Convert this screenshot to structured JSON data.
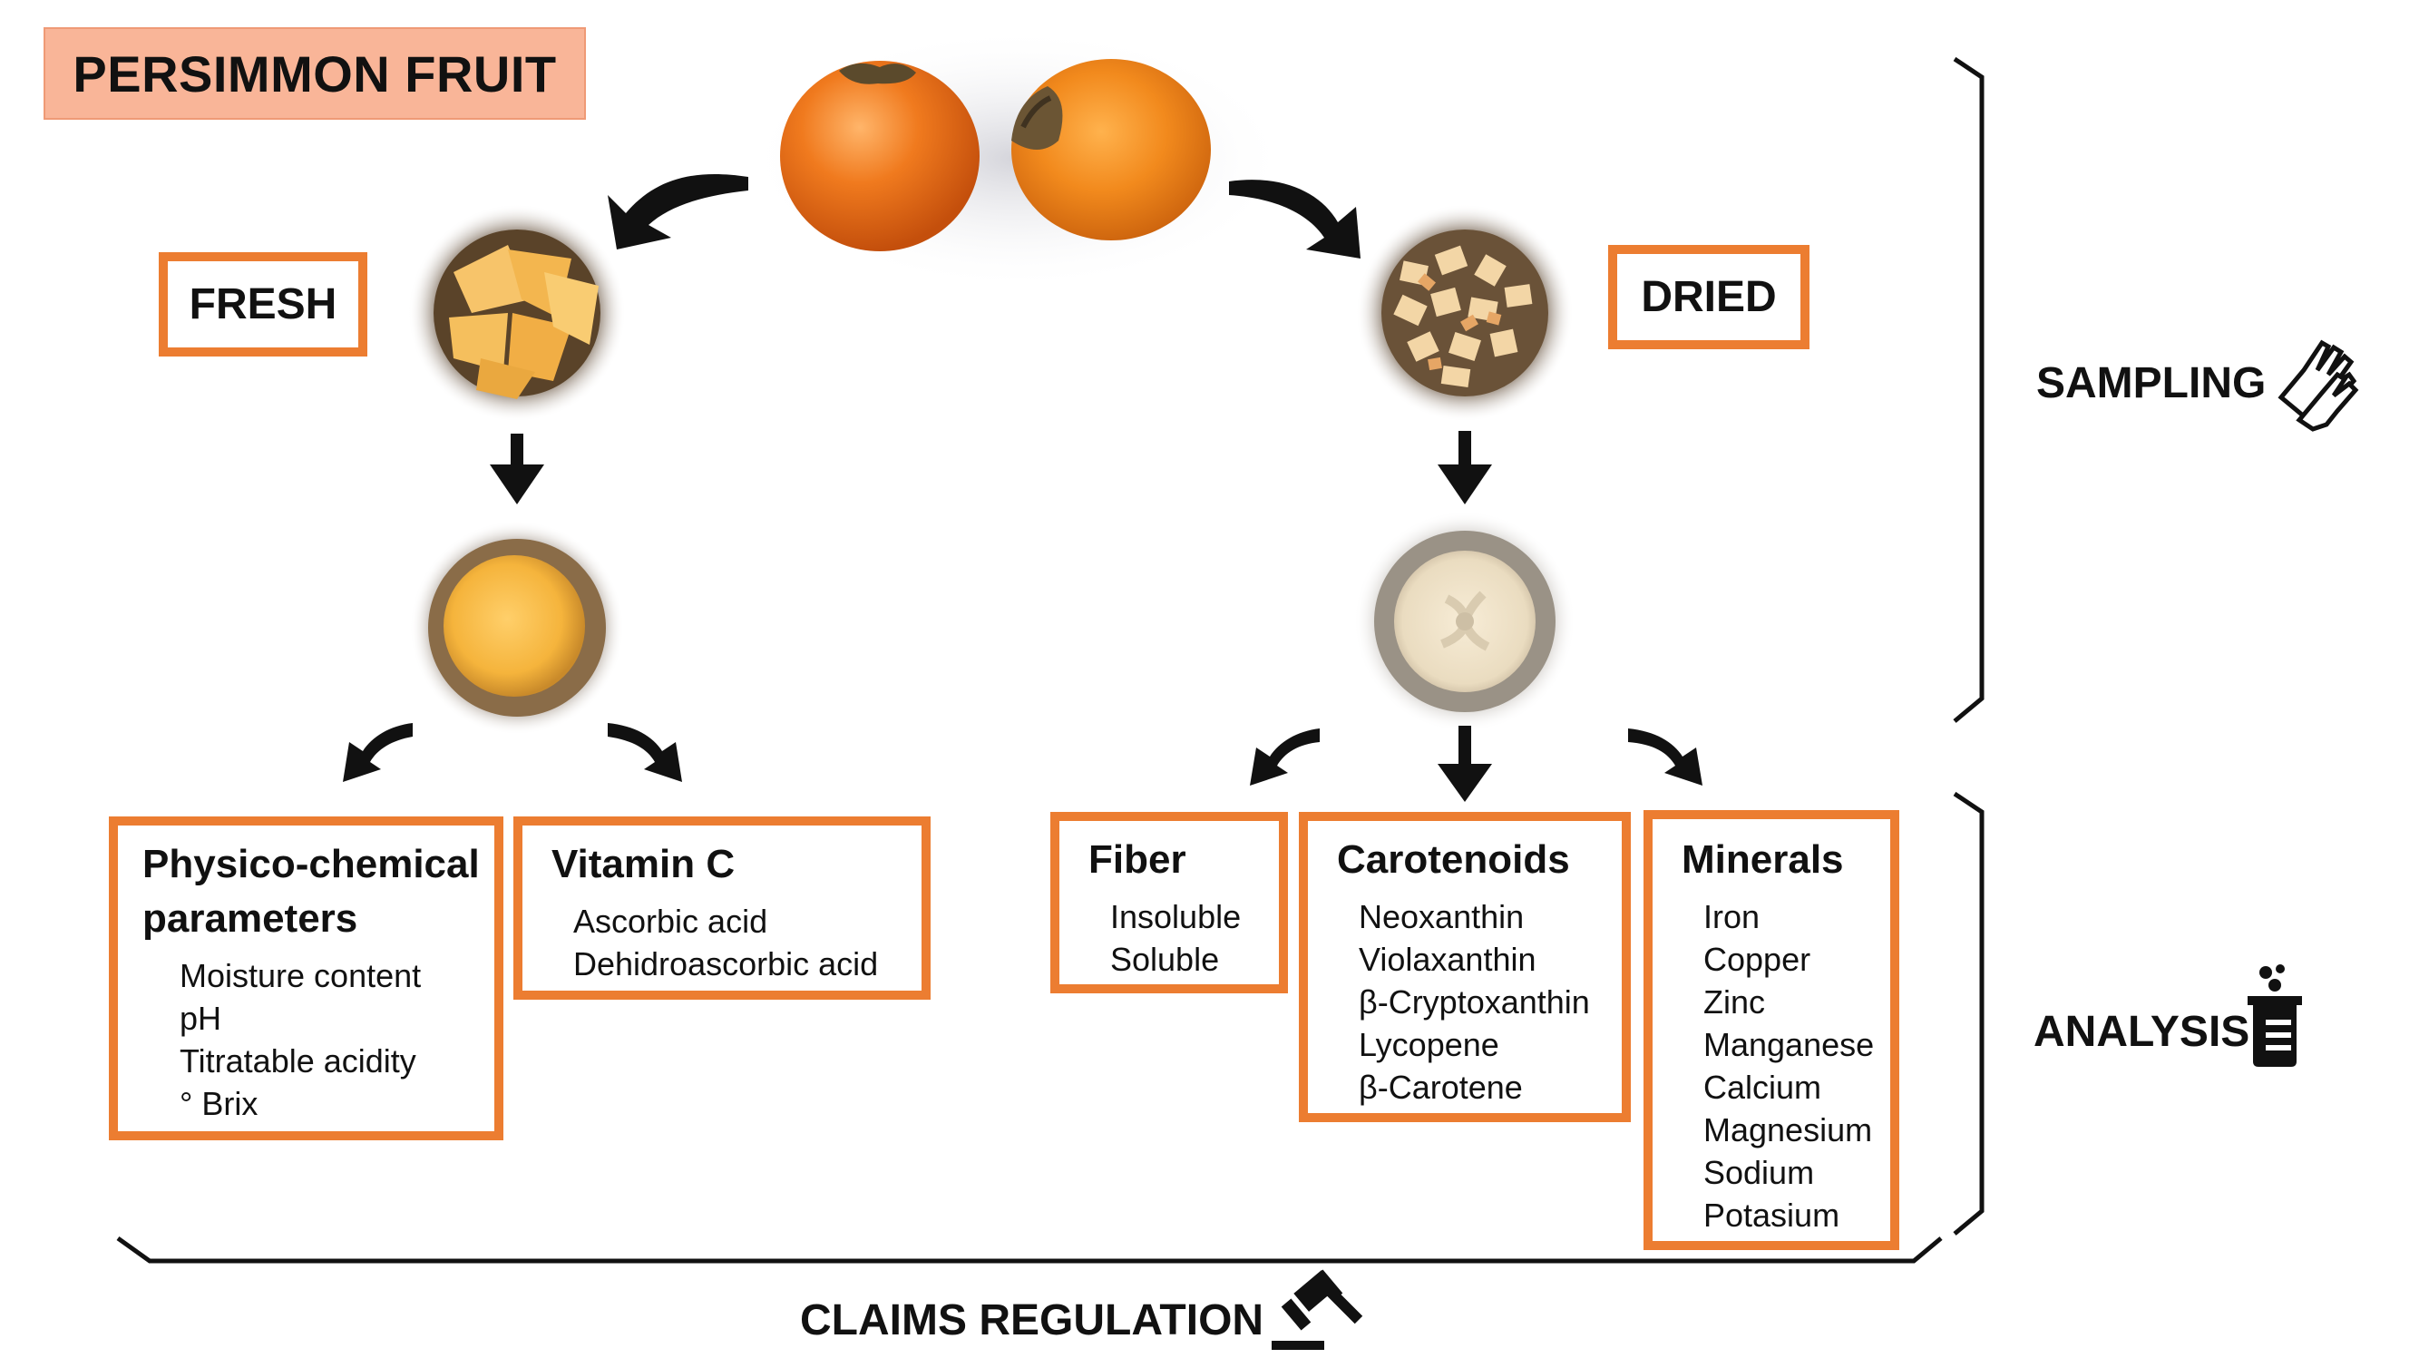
{
  "title": "PERSIMMON FRUIT",
  "branches": {
    "fresh": "FRESH",
    "dried": "DRIED"
  },
  "stages": {
    "sampling": "SAMPLING",
    "analysis": "ANALYSIS",
    "claims": "CLAIMS REGULATION"
  },
  "icons": {
    "sampling": "hands-icon",
    "analysis": "beaker-icon",
    "claims": "gavel-icon"
  },
  "colors": {
    "box_border": "#ec7d31",
    "title_fill": "#f9b598",
    "fruit": "#e8731e"
  },
  "analyses": [
    {
      "heading_lines": [
        "Physico-chemical",
        "parameters"
      ],
      "items": [
        "Moisture content",
        "pH",
        "Titratable acidity",
        "° Brix"
      ]
    },
    {
      "heading_lines": [
        "Vitamin C"
      ],
      "items": [
        "Ascorbic acid",
        "Dehidroascorbic acid"
      ]
    },
    {
      "heading_lines": [
        "Fiber"
      ],
      "items": [
        "Insoluble",
        "Soluble"
      ]
    },
    {
      "heading_lines": [
        "Carotenoids"
      ],
      "items": [
        "Neoxanthin",
        "Violaxanthin",
        "β-Cryptoxanthin",
        "Lycopene",
        "β-Carotene"
      ]
    },
    {
      "heading_lines": [
        "Minerals"
      ],
      "items": [
        "Iron",
        "Copper",
        "Zinc",
        "Manganese",
        "Calcium",
        "Magnesium",
        "Sodium",
        "Potasium"
      ]
    }
  ]
}
